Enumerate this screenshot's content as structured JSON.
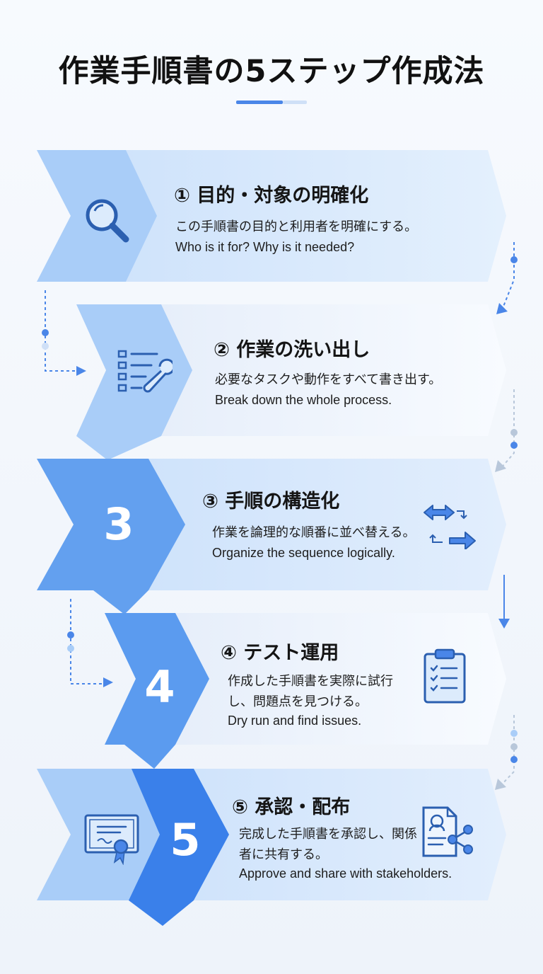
{
  "title": "作業手順書の5ステップ作成法",
  "colors": {
    "accent": "#4a86e8",
    "deep": "#3a80ea",
    "mid": "#63a0ef",
    "light": "#a9cdf8",
    "panel": "#dcebfc",
    "icon_stroke": "#2b5fb0"
  },
  "steps": [
    {
      "heading": "① 目的・対象の明確化",
      "desc_ja": "この手順書の目的と利用者を明確にする。",
      "desc_en": "Who is it for? Why is it needed?",
      "icon": "magnifier-icon"
    },
    {
      "heading": "② 作業の洗い出し",
      "desc_ja": "必要なタスクや動作をすべて書き出す。",
      "desc_en": "Break down the whole process.",
      "icon": "checklist-wrench-icon"
    },
    {
      "number": "3",
      "heading": "③ 手順の構造化",
      "desc_ja": "作業を論理的な順番に並べ替える。",
      "desc_en": "Organize the sequence logically.",
      "icon": "reorder-arrows-icon"
    },
    {
      "number": "4",
      "heading": "④ テスト運用",
      "desc_ja": "作成した手順書を実際に試行し、問題点を見つける。",
      "desc_en": "Dry run and find issues.",
      "icon": "clipboard-checklist-icon"
    },
    {
      "number": "5",
      "heading": "⑤ 承認・配布",
      "desc_ja": "完成した手順書を承認し、関係者に共有する。",
      "desc_en": "Approve and share with stakeholders.",
      "icons": [
        "certificate-icon",
        "document-share-icon"
      ]
    }
  ]
}
